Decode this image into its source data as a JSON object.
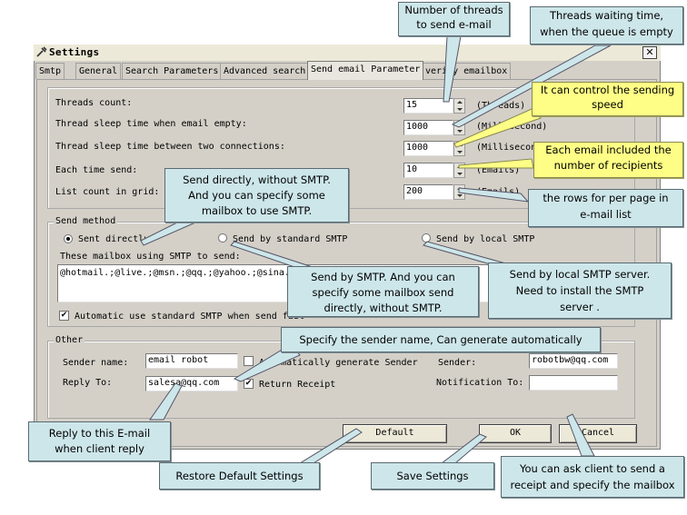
{
  "window": {
    "title": "Settings",
    "close_label": "✕"
  },
  "tabs": [
    {
      "label": "Smtp"
    },
    {
      "label": "General"
    },
    {
      "label": "Search Parameters"
    },
    {
      "label": "Advanced search"
    },
    {
      "label": "Send email Parameter"
    },
    {
      "label": "verify emailbox"
    }
  ],
  "settings": {
    "threads_count": {
      "label": "Threads count:",
      "value": "15",
      "unit": "(Threads)"
    },
    "thread_sleep_empty": {
      "label": "Thread sleep time when email empty:",
      "value": "1000",
      "unit": "(Millisecond)"
    },
    "thread_sleep_between": {
      "label": "Thread sleep time between two connections:",
      "value": "1000",
      "unit": "(Millisecond)"
    },
    "each_time_send": {
      "label": "Each time send:",
      "value": "10",
      "unit": "(Emails)"
    },
    "list_count": {
      "label": "List count in grid:",
      "value": "200",
      "unit": "(Emails)"
    }
  },
  "send_method": {
    "group_label": "Send method",
    "options": [
      "Sent directly",
      "Send by standard SMTP",
      "Send by local SMTP"
    ],
    "mailbox_label": "These mailbox using SMTP to send:",
    "mailbox_value": "@hotmail.;@live.;@msn.;@qq.;@yahoo.;@sina.;@",
    "auto_smtp_label": "Automatic use standard SMTP when send fail"
  },
  "other": {
    "group_label": "Other",
    "sender_name_label": "Sender name:",
    "sender_name_value": "email robot",
    "auto_sender_label": "Automatically generate Sender",
    "sender_label": "Sender:",
    "sender_value": "robotbw@qq.com",
    "reply_to_label": "Reply To:",
    "reply_to_value": "salesa@qq.com",
    "return_receipt_label": "Return Receipt",
    "notification_label": "Notification To:",
    "notification_value": ""
  },
  "buttons": {
    "default": "Default",
    "ok": "OK",
    "cancel": "Cancel"
  },
  "callouts": {
    "threads": [
      "Number of threads",
      "to send e-mail"
    ],
    "waiting": [
      "Threads waiting time,",
      "when the queue is empty"
    ],
    "control": [
      "It can control the sending",
      "speed"
    ],
    "each": [
      "Each email included the",
      "number of recipients"
    ],
    "rows": [
      "the rows for per page in",
      "e-mail list"
    ],
    "direct": [
      "Send directly, without SMTP.",
      "And you can specify some",
      "mailbox to use SMTP."
    ],
    "smtp": [
      "Send by SMTP. And you can",
      "specify some mailbox send",
      "directly, without SMTP."
    ],
    "local": [
      "Send by local SMTP server.",
      "Need to install the SMTP",
      "server ."
    ],
    "sender": [
      "Specify the sender name, Can generate automatically"
    ],
    "reply": [
      "Reply to this E-mail",
      "when client reply"
    ],
    "restore": [
      "Restore Default Settings"
    ],
    "save": [
      "Save Settings"
    ],
    "receipt": [
      "You can ask client to send a",
      "receipt and specify the mailbox"
    ]
  }
}
